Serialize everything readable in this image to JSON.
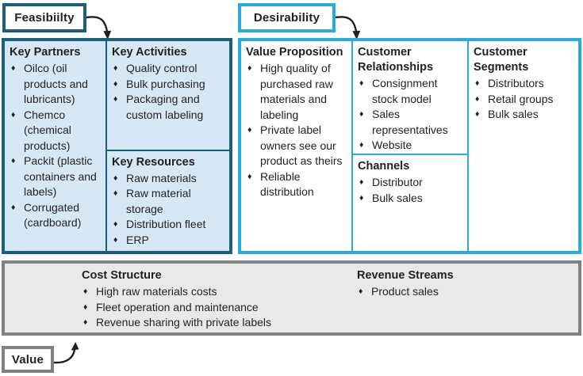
{
  "labels": {
    "feasibility": "Feasibiilty",
    "desirability": "Desirability",
    "value": "Value"
  },
  "glyphs": {
    "bullet": "♦"
  },
  "colors": {
    "feasibility_accent": "#1b5e7d",
    "feasibility_fill": "#d6e8f5",
    "desirability_accent": "#29abe2",
    "value_accent": "#7f8284",
    "value_fill": "#e9e9ea",
    "text": "#231f20"
  },
  "blocks": {
    "key_partners": {
      "title": "Key Partners",
      "items": [
        "Oilco (oil products and lubricants)",
        "Chemco (chemical products)",
        "Packit (plastic containers and labels)",
        "Corrugated (cardboard)"
      ]
    },
    "key_activities": {
      "title": "Key Activities",
      "items": [
        "Quality control",
        "Bulk purchasing",
        "Packaging and custom labeling"
      ]
    },
    "key_resources": {
      "title": "Key Resources",
      "items": [
        "Raw materials",
        "Raw material storage",
        "Distribution fleet",
        "ERP"
      ]
    },
    "value_proposition": {
      "title": "Value Proposition",
      "items": [
        "High quality of purchased raw materials and labeling",
        "Private label owners see our product as theirs",
        "Reliable distribution"
      ]
    },
    "customer_relationships": {
      "title": "Customer Relationships",
      "items": [
        "Consignment stock model",
        "Sales representatives",
        "Website"
      ]
    },
    "channels": {
      "title": "Channels",
      "items": [
        "Distributor",
        "Bulk sales"
      ]
    },
    "customer_segments": {
      "title": "Customer Segments",
      "items": [
        "Distributors",
        "Retail groups",
        "Bulk sales"
      ]
    },
    "cost_structure": {
      "title": "Cost Structure",
      "items": [
        "High raw materials costs",
        "Fleet operation and maintenance",
        "Revenue sharing with private labels"
      ]
    },
    "revenue_streams": {
      "title": "Revenue Streams",
      "items": [
        "Product sales"
      ]
    }
  }
}
